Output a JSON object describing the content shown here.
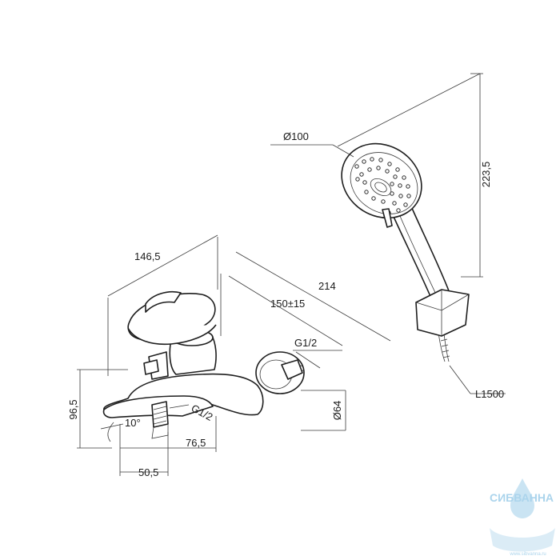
{
  "dimensions": {
    "shower_diameter": "Ø100",
    "holder_height": "223,5",
    "hose_length": "L1500",
    "mixer_depth": "146,5",
    "overall_length": "214",
    "center_distance": "150±15",
    "connection_thread": "G1/2",
    "spout_thread": "G1/2",
    "flange_diameter": "Ø64",
    "height": "96,5",
    "spout_angle": "10°",
    "spout_projection": "76,5",
    "spout_offset": "50,5"
  },
  "watermark": {
    "brand": "СИБВАННА",
    "site": "www.sibvanna.ru",
    "colors": {
      "brand": "#8fc6e6",
      "drop": "#b9dcf0"
    }
  }
}
